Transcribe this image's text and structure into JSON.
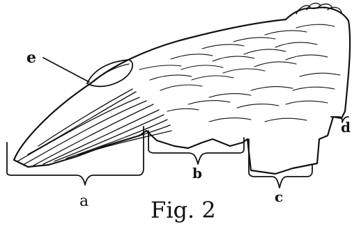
{
  "figure": {
    "caption": "Fig. 2",
    "labels": {
      "a": "a",
      "b": "b",
      "c": "c",
      "d": "d",
      "e": "e"
    }
  },
  "colors": {
    "ink": "#111111",
    "paper": "#ffffff"
  }
}
